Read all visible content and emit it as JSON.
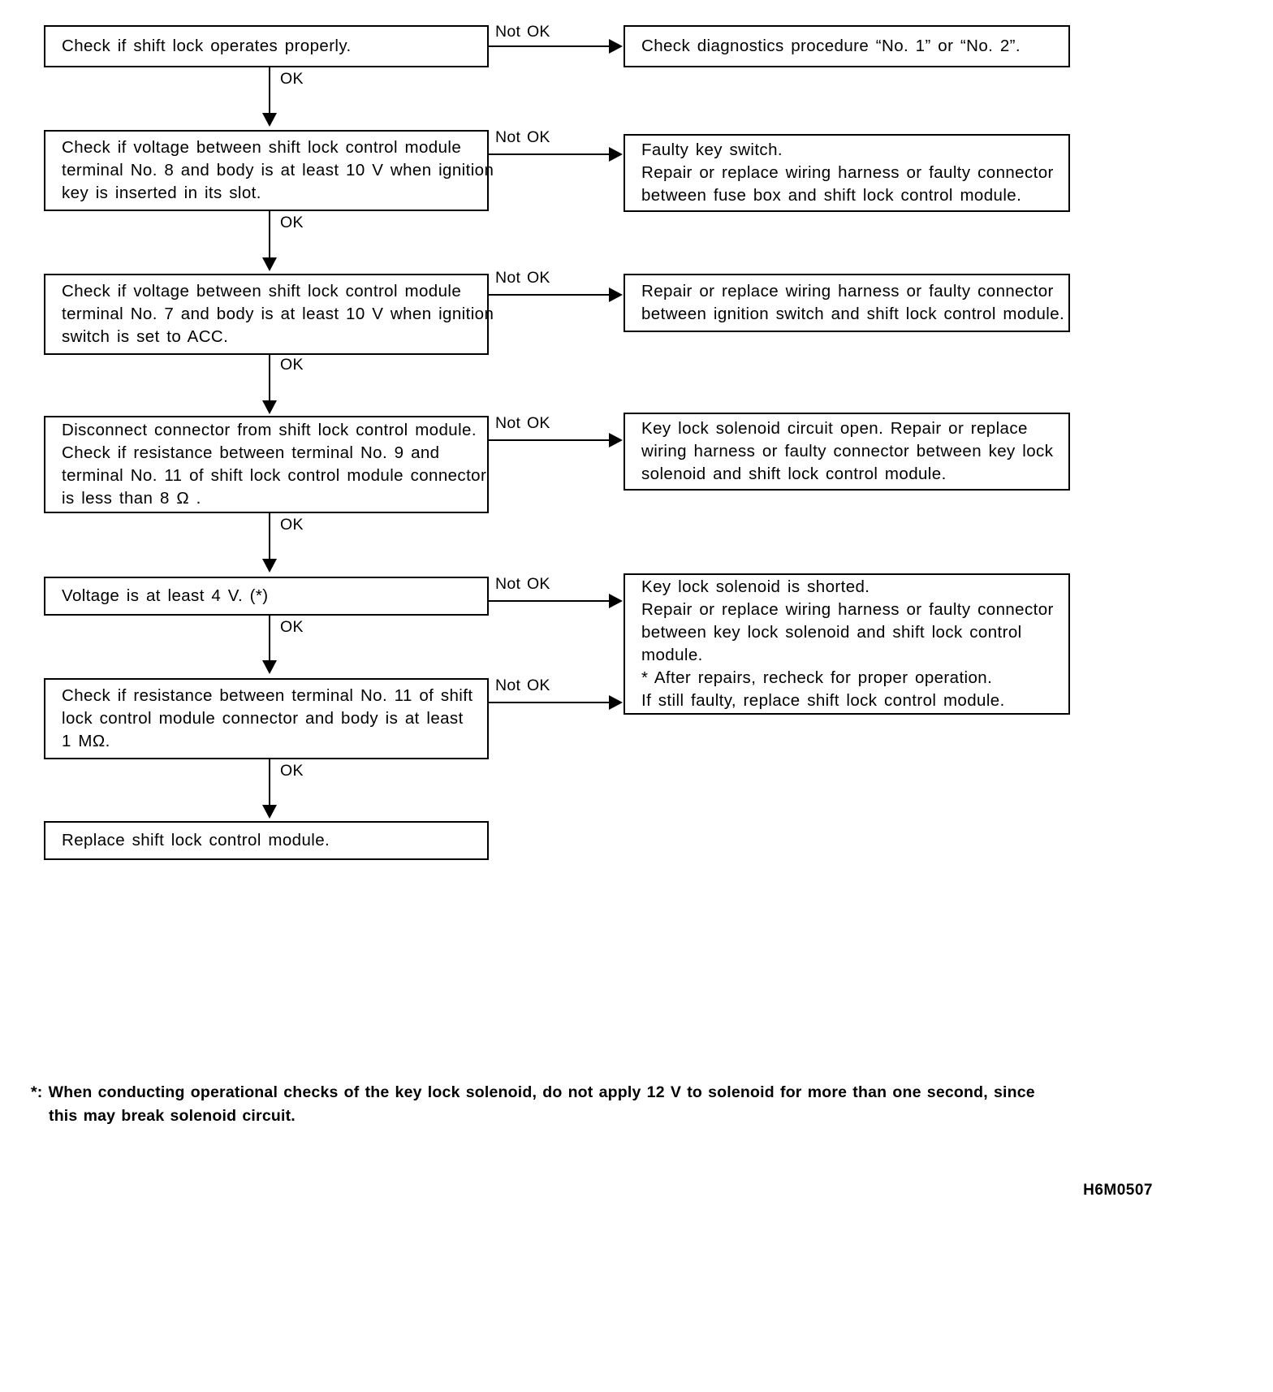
{
  "document": {
    "figure_code": "H6M0507",
    "footnote": {
      "line1": "*: When conducting operational checks of the key lock solenoid, do not apply 12 V to solenoid for more than one second, since",
      "line2": "this may break solenoid circuit."
    }
  },
  "edge_labels": {
    "ok": "OK",
    "not_ok": "Not OK"
  },
  "flow": {
    "steps": [
      {
        "id": "step-1",
        "lines": [
          "Check if shift lock operates properly."
        ],
        "branch_ok": "OK",
        "branch_not_ok": "Not OK"
      },
      {
        "id": "step-2",
        "lines": [
          "Check if voltage between shift lock control module",
          "terminal No. 8 and body is at least 10 V when ignition",
          "key is inserted in its slot."
        ],
        "branch_ok": "OK",
        "branch_not_ok": "Not OK"
      },
      {
        "id": "step-3",
        "lines": [
          "Check if voltage between shift lock control module",
          "terminal No. 7 and body is at least 10 V when ignition",
          "switch is set to ACC."
        ],
        "branch_ok": "OK",
        "branch_not_ok": "Not OK"
      },
      {
        "id": "step-4",
        "lines": [
          "Disconnect connector from shift lock control module.",
          "Check if resistance between terminal No. 9 and",
          "terminal No. 11 of shift lock control module connector",
          "is less than 8 Ω ."
        ],
        "branch_ok": "OK",
        "branch_not_ok": "Not OK"
      },
      {
        "id": "step-5",
        "lines": [
          "Voltage is at least 4 V. (*)"
        ],
        "branch_ok": "OK",
        "branch_not_ok": "Not OK"
      },
      {
        "id": "step-6",
        "lines": [
          "Check if resistance between terminal No. 11 of shift",
          "lock control module connector and body is at least",
          "1 MΩ."
        ],
        "branch_ok": "OK",
        "branch_not_ok": "Not OK"
      },
      {
        "id": "step-7",
        "lines": [
          "Replace shift lock control module."
        ]
      }
    ],
    "outcomes": [
      {
        "id": "outcome-1",
        "lines": [
          "Check diagnostics procedure “No. 1” or “No. 2”."
        ]
      },
      {
        "id": "outcome-2",
        "lines": [
          "Faulty key switch.",
          "Repair or replace wiring harness or faulty connector",
          "between fuse box and shift lock control module."
        ]
      },
      {
        "id": "outcome-3",
        "lines": [
          "Repair or replace wiring harness or faulty connector",
          "between ignition switch and shift lock control module."
        ]
      },
      {
        "id": "outcome-4",
        "lines": [
          "Key lock solenoid circuit open. Repair or replace",
          "wiring harness or faulty connector between key lock",
          "solenoid and shift lock control module."
        ]
      },
      {
        "id": "outcome-5",
        "lines": [
          "Key lock solenoid is shorted.",
          "Repair or replace wiring harness or faulty connector",
          "between key lock solenoid and shift lock control",
          "module.",
          "* After repairs, recheck for proper operation.",
          "If still faulty, replace shift lock control module."
        ]
      }
    ]
  }
}
